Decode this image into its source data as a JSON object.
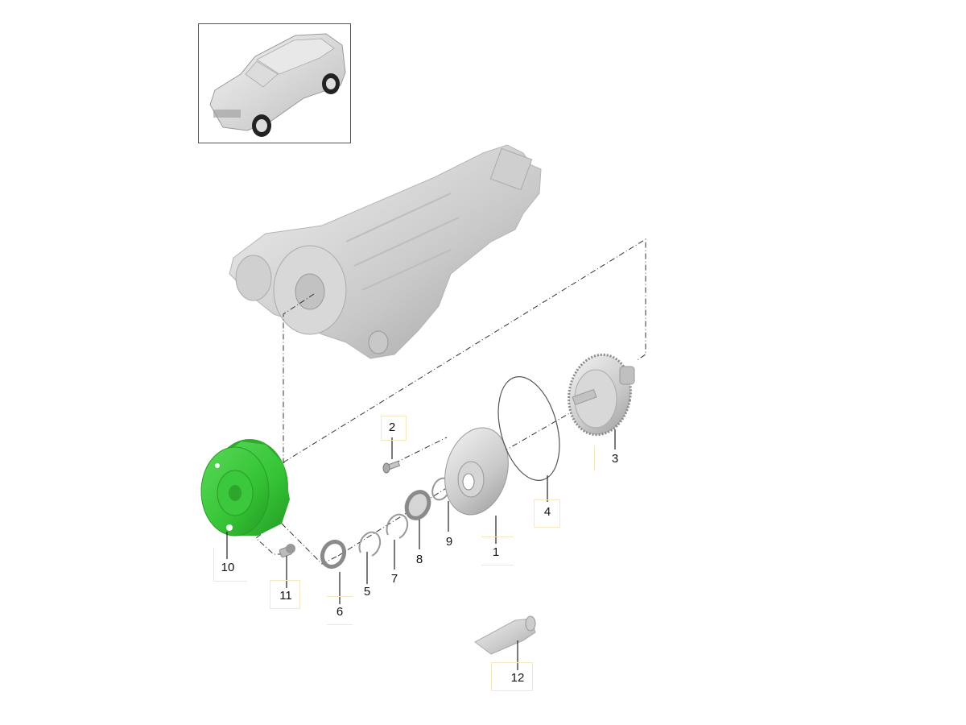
{
  "diagram": {
    "type": "exploded-parts-diagram",
    "subject": "Automatic transmission – torque converter / oil pump assembly",
    "highlight_color": "#35c435",
    "part_color": "#c8c8c8",
    "line_color": "#333333",
    "vehicle_thumbnail": {
      "description": "SUV vehicle overview thumbnail"
    },
    "callouts": [
      {
        "id": "1",
        "label": "1",
        "part": "pump-housing"
      },
      {
        "id": "2",
        "label": "2",
        "part": "bolt"
      },
      {
        "id": "3",
        "label": "3",
        "part": "clutch-drum-shaft"
      },
      {
        "id": "4",
        "label": "4",
        "part": "o-ring-large"
      },
      {
        "id": "5",
        "label": "5",
        "part": "snap-ring"
      },
      {
        "id": "6",
        "label": "6",
        "part": "shaft-seal"
      },
      {
        "id": "7",
        "label": "7",
        "part": "snap-ring"
      },
      {
        "id": "8",
        "label": "8",
        "part": "bearing-seal"
      },
      {
        "id": "9",
        "label": "9",
        "part": "o-ring-small"
      },
      {
        "id": "10",
        "label": "10",
        "part": "torque-converter",
        "highlighted": true
      },
      {
        "id": "11",
        "label": "11",
        "part": "drain-plug"
      },
      {
        "id": "12",
        "label": "12",
        "part": "sealant-tube"
      }
    ]
  }
}
